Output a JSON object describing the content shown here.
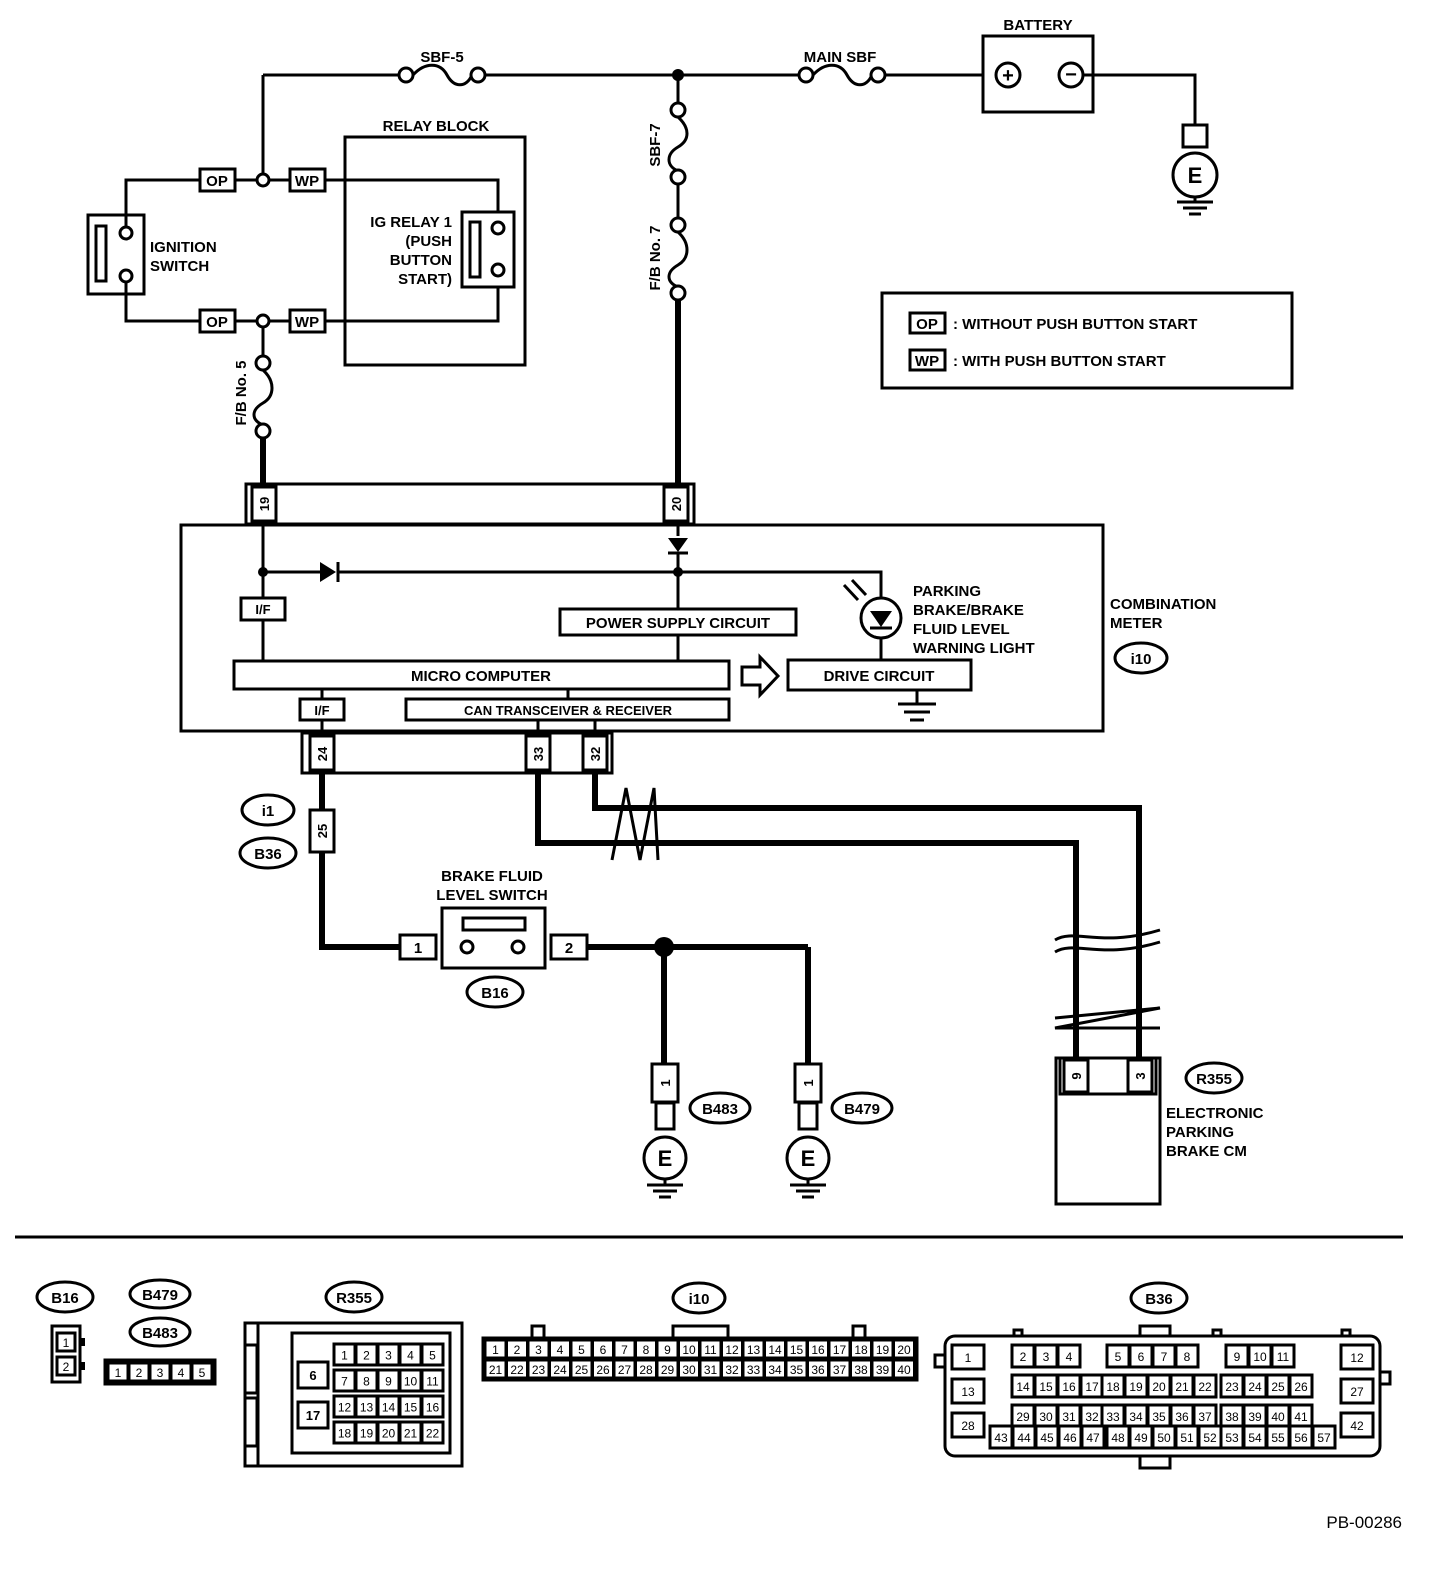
{
  "fuses": {
    "sbf5": "SBF-5",
    "main_sbf": "MAIN SBF",
    "sbf7": "SBF-7",
    "fb7": "F/B No. 7",
    "fb5": "F/B No. 5"
  },
  "battery": {
    "label": "BATTERY",
    "plus": "+",
    "minus": "−"
  },
  "ground_symbol": "E",
  "relay_block": {
    "label": "RELAY BLOCK",
    "relay": [
      "IG RELAY 1",
      "(PUSH",
      "BUTTON",
      "START)"
    ]
  },
  "ignition_switch": [
    "IGNITION",
    "SWITCH"
  ],
  "codes": {
    "op": "OP",
    "wp": "WP"
  },
  "legend": {
    "op_text": ": WITHOUT PUSH BUTTON START",
    "wp_text": ": WITH PUSH BUTTON START"
  },
  "meter": {
    "label": [
      "COMBINATION",
      "METER"
    ],
    "connector": "i10",
    "if_label": "I/F",
    "power_supply": "POWER SUPPLY CIRCUIT",
    "micro_computer": "MICRO COMPUTER",
    "drive_circuit": "DRIVE CIRCUIT",
    "can": "CAN TRANSCEIVER & RECEIVER",
    "warning_light": [
      "PARKING",
      "BRAKE/BRAKE",
      "FLUID LEVEL",
      "WARNING LIGHT"
    ],
    "pins_top": [
      "19",
      "20"
    ],
    "pins_bottom": [
      "24",
      "33",
      "32"
    ]
  },
  "junction": {
    "i1": "i1",
    "b36": "B36",
    "pin": "25"
  },
  "brake_fluid_switch": {
    "label": [
      "BRAKE FLUID",
      "LEVEL SWITCH"
    ],
    "connector": "B16",
    "pin1": "1",
    "pin2": "2"
  },
  "grounds": [
    {
      "connector": "B483",
      "pin": "1"
    },
    {
      "connector": "B479",
      "pin": "1"
    }
  ],
  "epb": {
    "label": [
      "ELECTRONIC",
      "PARKING",
      "BRAKE CM"
    ],
    "connector": "R355",
    "pins": [
      "9",
      "3"
    ]
  },
  "connector_views": {
    "b16": {
      "title": "B16",
      "pins": [
        "1",
        "2"
      ]
    },
    "b479": {
      "title": "B479"
    },
    "b483": {
      "title": "B483",
      "pins": [
        "1",
        "2",
        "3",
        "4",
        "5"
      ]
    },
    "r355": {
      "title": "R355",
      "left": [
        "6",
        "17"
      ],
      "rows": [
        [
          "1",
          "2",
          "3",
          "4",
          "5"
        ],
        [
          "7",
          "8",
          "9",
          "10",
          "11"
        ],
        [
          "12",
          "13",
          "14",
          "15",
          "16"
        ],
        [
          "18",
          "19",
          "20",
          "21",
          "22"
        ]
      ]
    },
    "i10": {
      "title": "i10",
      "row1": [
        "1",
        "2",
        "3",
        "4",
        "5",
        "6",
        "7",
        "8",
        "9",
        "10",
        "11",
        "12",
        "13",
        "14",
        "15",
        "16",
        "17",
        "18",
        "19",
        "20"
      ],
      "row2": [
        "21",
        "22",
        "23",
        "24",
        "25",
        "26",
        "27",
        "28",
        "29",
        "30",
        "31",
        "32",
        "33",
        "34",
        "35",
        "36",
        "37",
        "38",
        "39",
        "40"
      ]
    },
    "b36": {
      "title": "B36",
      "r1": [
        [
          "2",
          "3",
          "4"
        ],
        [
          "5",
          "6",
          "7",
          "8"
        ],
        [
          "9",
          "10",
          "11"
        ]
      ],
      "r2": [
        [
          "14",
          "15",
          "16",
          "17"
        ],
        [
          "18",
          "19",
          "20",
          "21",
          "22"
        ],
        [
          "23",
          "24",
          "25",
          "26"
        ]
      ],
      "r3": [
        [
          "29",
          "30",
          "31",
          "32"
        ],
        [
          "33",
          "34",
          "35",
          "36",
          "37"
        ],
        [
          "38",
          "39",
          "40",
          "41"
        ]
      ],
      "r4": [
        [
          "43",
          "44",
          "45",
          "46",
          "47"
        ],
        [
          "48",
          "49",
          "50",
          "51",
          "52"
        ],
        [
          "53",
          "54",
          "55",
          "56",
          "57"
        ]
      ],
      "left": [
        "1",
        "13",
        "28"
      ],
      "right": [
        "12",
        "27",
        "42"
      ]
    }
  },
  "figure_id": "PB-00286"
}
